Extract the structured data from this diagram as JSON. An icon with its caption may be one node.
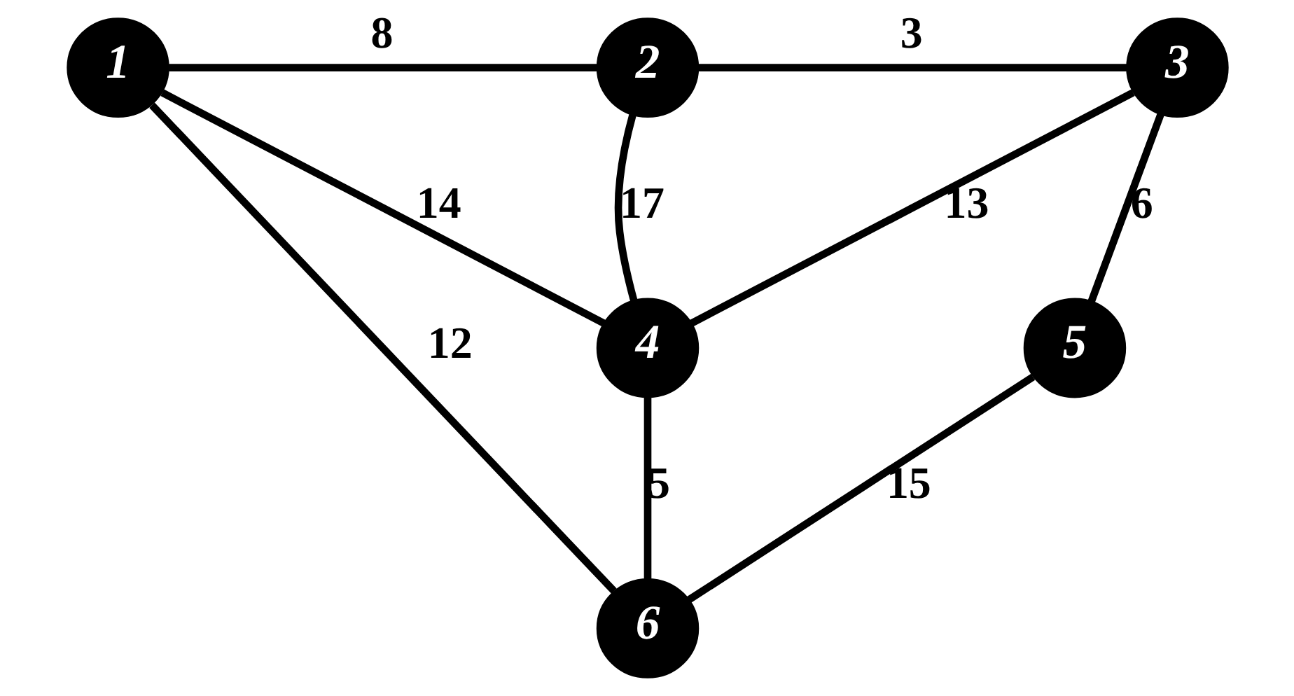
{
  "diagram": {
    "nodes": [
      {
        "text": [
          "1"
        ]
      },
      {
        "text": [
          "2"
        ]
      },
      {
        "text": [
          "3"
        ]
      },
      {
        "text": [
          "4"
        ]
      },
      {
        "text": [
          "5"
        ]
      },
      {
        "text": [
          "6"
        ]
      }
    ],
    "edges": [
      {
        "from": 0,
        "to": 1,
        "arrow": "none",
        "label": "8"
      },
      {
        "from": 1,
        "to": 2,
        "arrow": "none",
        "label": "3"
      },
      {
        "from": 0,
        "to": 3,
        "arrow": "none",
        "label": "14"
      },
      {
        "from": 1,
        "to": 3,
        "arrow": "none",
        "label": "17"
      },
      {
        "from": 2,
        "to": 3,
        "arrow": "none",
        "label": "13"
      },
      {
        "from": 2,
        "to": 4,
        "arrow": "none",
        "label": "6"
      },
      {
        "from": 0,
        "to": 5,
        "arrow": "none",
        "label": "12"
      },
      {
        "from": 3,
        "to": 5,
        "arrow": "none",
        "label": "5"
      },
      {
        "from": 4,
        "to": 5,
        "arrow": "none",
        "label": "15"
      }
    ]
  }
}
